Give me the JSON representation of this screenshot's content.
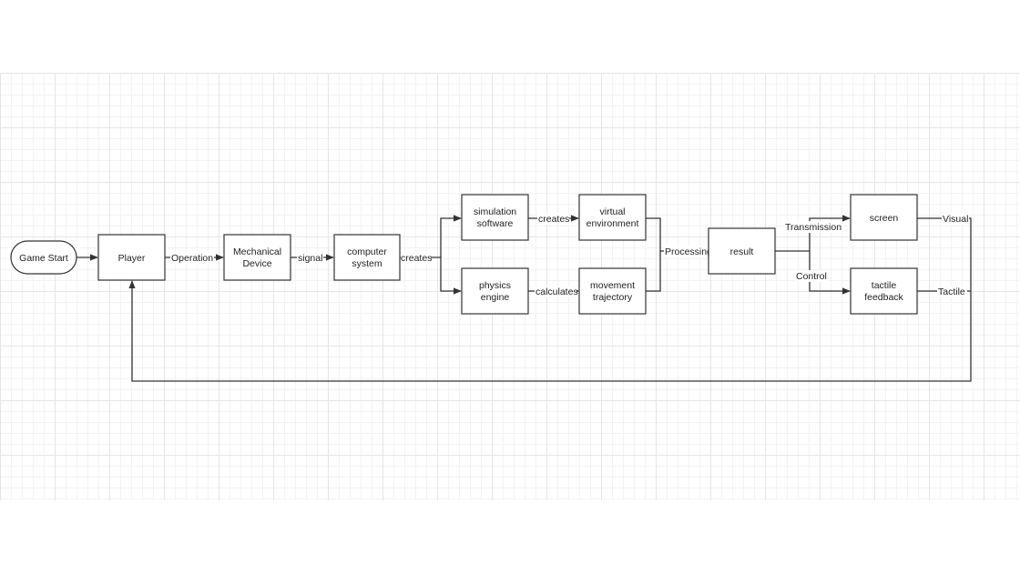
{
  "nodes": {
    "game_start": {
      "label": "Game Start"
    },
    "player": {
      "label": "Player"
    },
    "mechanical_device": {
      "line1": "Mechanical",
      "line2": "Device"
    },
    "computer_system": {
      "line1": "computer",
      "line2": "system"
    },
    "simulation_software": {
      "line1": "simulation",
      "line2": "software"
    },
    "physics_engine": {
      "line1": "physics",
      "line2": "engine"
    },
    "virtual_environment": {
      "line1": "virtual",
      "line2": "environment"
    },
    "movement_trajectory": {
      "line1": "movement",
      "line2": "trajectory"
    },
    "result": {
      "label": "result"
    },
    "screen": {
      "label": "screen"
    },
    "tactile_feedback": {
      "line1": "tactile",
      "line2": "feedback"
    }
  },
  "edges": {
    "operation": "Operation",
    "signal": "signal",
    "creates_system": "creates",
    "creates_sim": "creates",
    "calculates": "calculates",
    "processing": "Processing",
    "transmission": "Transmission",
    "control": "Control",
    "visual": "Visual",
    "tactile": "Tactile"
  }
}
